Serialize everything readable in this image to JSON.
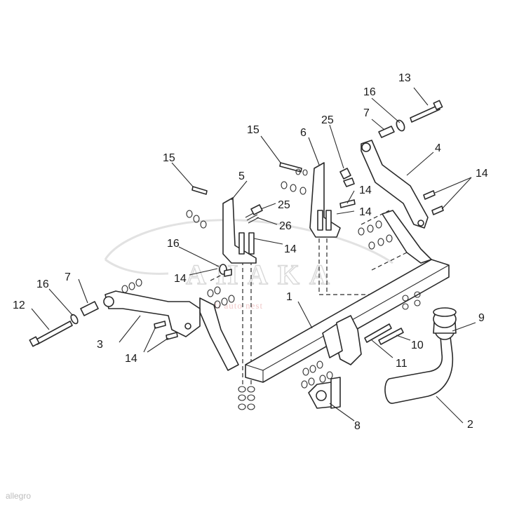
{
  "watermark": {
    "main": "AHAKA",
    "sub": "profi auto nest"
  },
  "corner_mark": "allegro",
  "callouts": [
    "1",
    "2",
    "3",
    "4",
    "5",
    "6",
    "7",
    "7",
    "8",
    "9",
    "10",
    "11",
    "12",
    "13",
    "14",
    "14",
    "14",
    "14",
    "14",
    "14",
    "15",
    "15",
    "16",
    "16",
    "16",
    "25",
    "25",
    "26"
  ]
}
